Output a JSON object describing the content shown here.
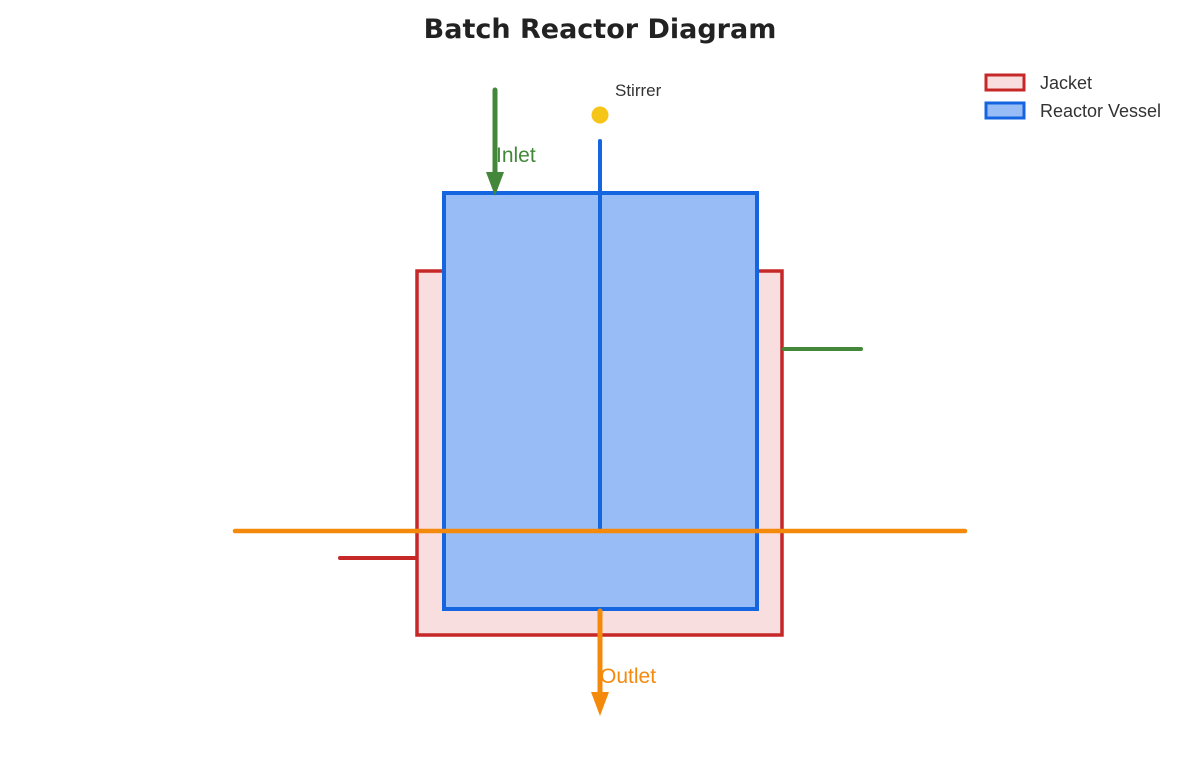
{
  "title": "Batch Reactor Diagram",
  "legend": [
    {
      "label": "Jacket",
      "stroke": "#c62828",
      "fill": "#f8dede"
    },
    {
      "label": "Reactor Vessel",
      "stroke": "#1565e0",
      "fill": "#98bdf6"
    }
  ],
  "labels": {
    "stirrer": "Stirrer",
    "inlet": "Inlet",
    "outlet": "Outlet"
  },
  "colors": {
    "jacket_stroke": "#c62828",
    "jacket_fill": "#f8dede",
    "vessel_stroke": "#1565e0",
    "vessel_fill": "#98bdf6",
    "inlet": "#43883a",
    "outlet": "#f48a0c",
    "stirrer_dot": "#f5c518",
    "coolant_out": "#43883a",
    "coolant_in": "#c62828"
  }
}
